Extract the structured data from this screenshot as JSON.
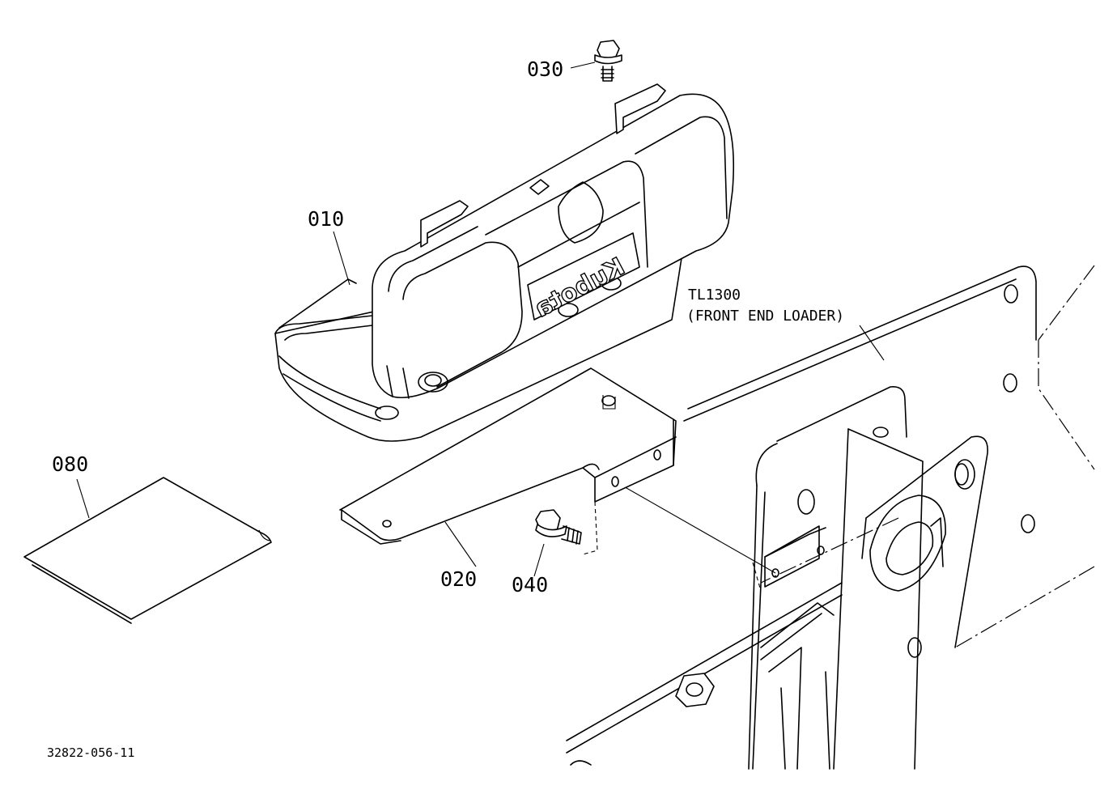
{
  "callouts": [
    {
      "id": "010",
      "text": "010"
    },
    {
      "id": "020",
      "text": "020"
    },
    {
      "id": "030",
      "text": "030"
    },
    {
      "id": "040",
      "text": "040"
    },
    {
      "id": "080",
      "text": "080"
    }
  ],
  "note": {
    "model": "TL1300",
    "description": "(FRONT END LOADER)"
  },
  "brand_logo": "Kubota",
  "reference_code": "32822-056-11"
}
